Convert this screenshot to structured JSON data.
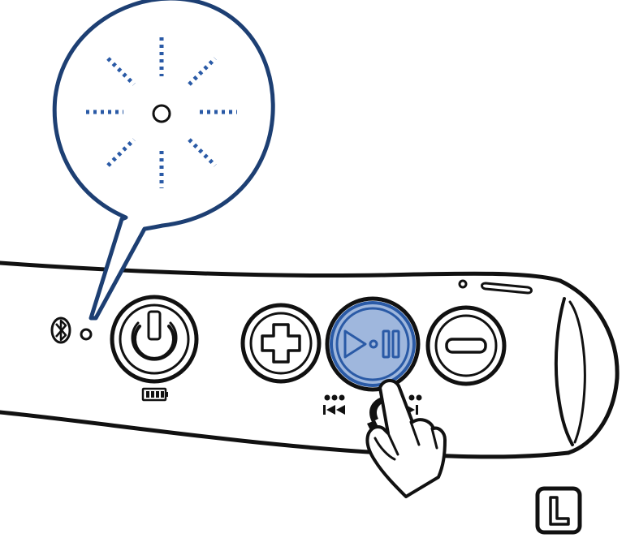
{
  "diagram": {
    "side_indicator": "L",
    "led_callout": {
      "led_state": "blinking",
      "led_color": "#2a5aa6",
      "outline_color": "#1d3f73"
    },
    "colors": {
      "line": "#111111",
      "highlight_fill": "#9fb7dd",
      "highlight_stroke": "#2a5aa6"
    },
    "buttons": [
      {
        "id": "power",
        "icon": "power-icon",
        "sub_icon": "battery-icon"
      },
      {
        "id": "volume-up",
        "icon": "plus-icon"
      },
      {
        "id": "play-pause",
        "icon": "play-pause-icon",
        "pressed": true,
        "sub_icons": [
          "triple-press-previous-track-icon",
          "call-answer-icon",
          "double-press-next-track-icon"
        ]
      },
      {
        "id": "volume-down",
        "icon": "minus-icon"
      }
    ],
    "other_icons": [
      "bluetooth-icon",
      "pointing-hand-icon"
    ]
  }
}
